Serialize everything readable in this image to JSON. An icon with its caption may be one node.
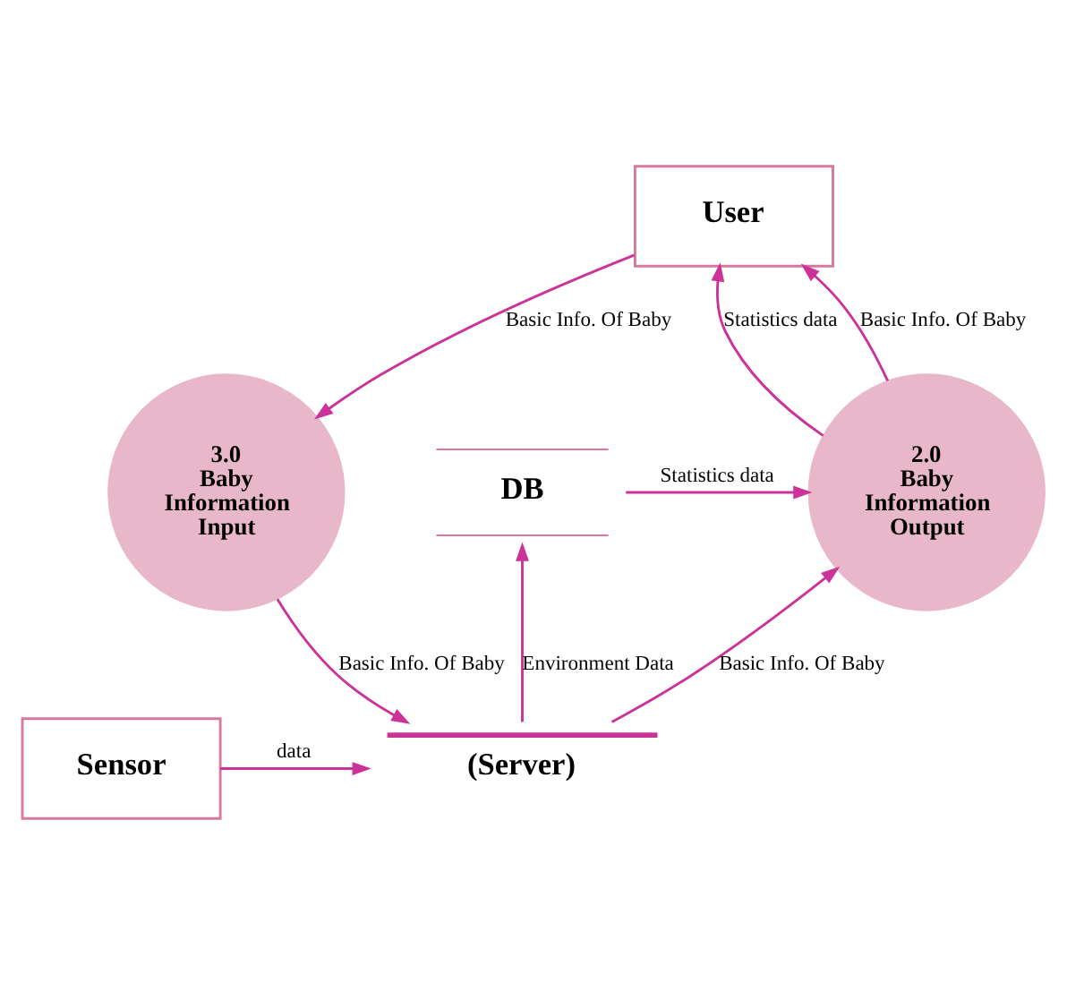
{
  "diagram": {
    "nodes": [
      {
        "text": [
          "User"
        ]
      },
      {
        "text": [
          "DB"
        ]
      },
      {
        "text": [
          "2.0",
          "Baby Information Output"
        ]
      },
      {
        "text": [
          "3.0",
          "Baby Information Input"
        ]
      },
      {
        "text": [
          "Sensor"
        ]
      },
      {
        "text": [
          "(Server)"
        ]
      }
    ],
    "edges": [
      {
        "from": 2,
        "to": 0,
        "arrow": "to",
        "label": "Statistics data"
      },
      {
        "from": 2,
        "to": 0,
        "arrow": "to",
        "label": "Basic Info. Of Baby"
      },
      {
        "from": 0,
        "to": 3,
        "arrow": "to",
        "label": "Basic Info. Of Baby"
      },
      {
        "from": 1,
        "to": 2,
        "arrow": "to",
        "label": "Statistics data"
      },
      {
        "from": 5,
        "to": 1,
        "arrow": "to",
        "label": "Environment Data"
      },
      {
        "from": 5,
        "to": 2,
        "arrow": "to",
        "label": "Basic Info. Of Baby"
      },
      {
        "from": 3,
        "to": 5,
        "arrow": "to",
        "label": "Basic Info. Of Baby"
      },
      {
        "from": 4,
        "to": 5,
        "arrow": "to",
        "label": "data"
      }
    ]
  }
}
